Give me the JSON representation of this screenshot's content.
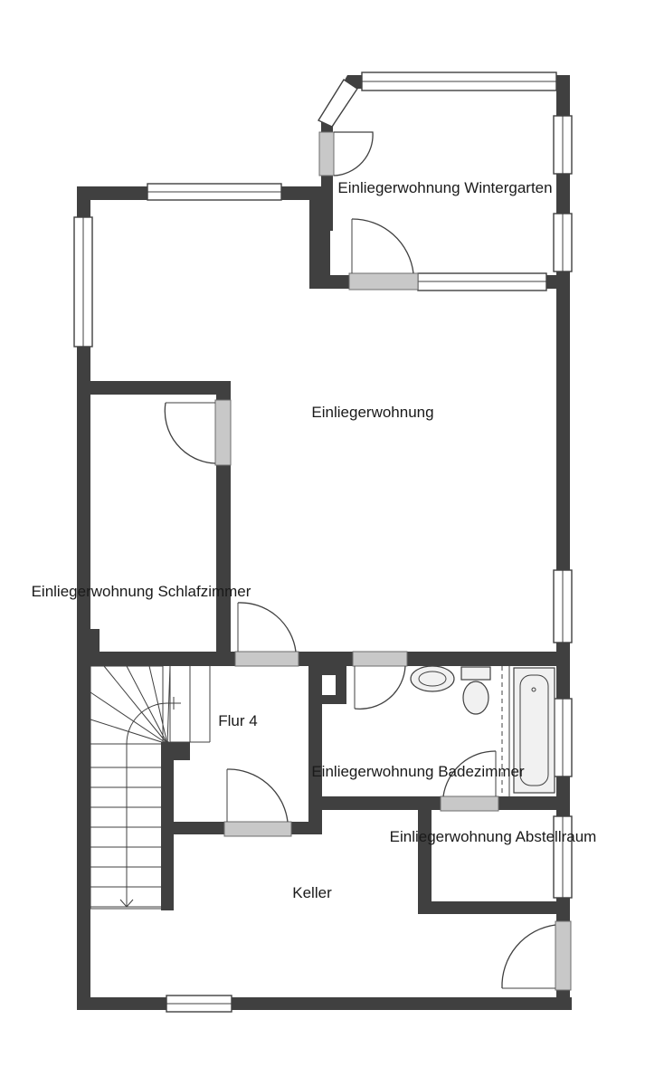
{
  "rooms": {
    "wintergarten": "Einliegerwohnung Wintergarten",
    "wohnung": "Einliegerwohnung",
    "schlafzimmer": "Einliegerwohnung Schlafzimmer",
    "flur": "Flur 4",
    "badezimmer": "Einliegerwohnung Badezimmer",
    "abstellraum": "Einliegerwohnung Abstellraum",
    "keller": "Keller"
  },
  "colors": {
    "wall": "#404040",
    "door_leaf": "#c8c8c8",
    "background": "#ffffff"
  }
}
